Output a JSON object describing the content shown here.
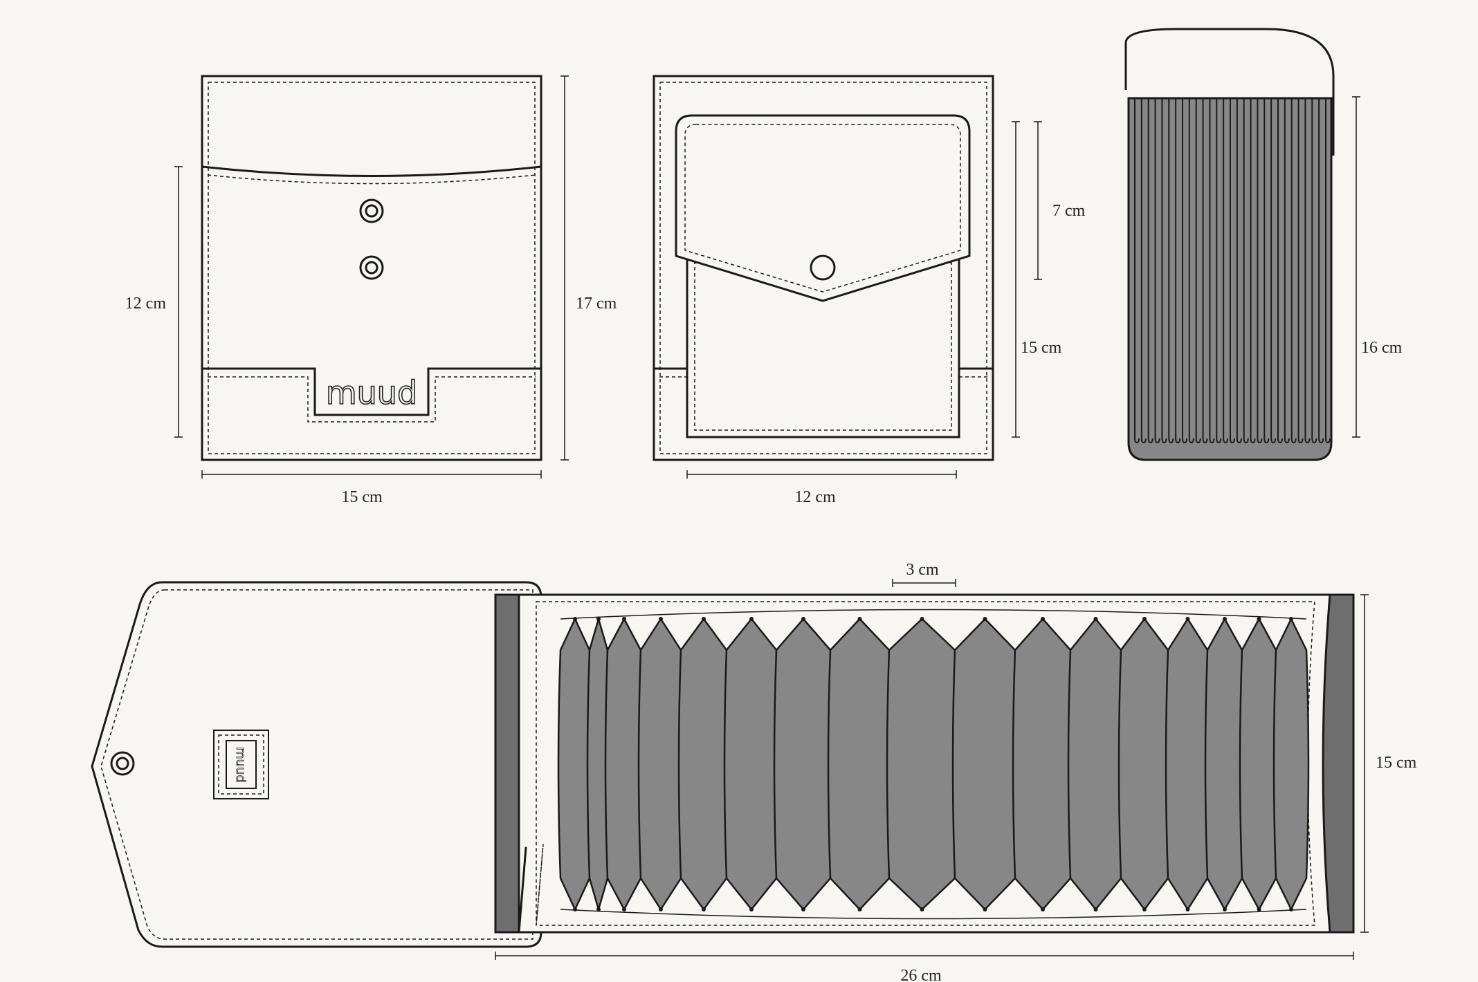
{
  "brand": {
    "logo_text": "muud"
  },
  "colors": {
    "background": "#f7f6f3",
    "outline": "#1a1a1a",
    "fill_light": "#f7f6f3",
    "fill_gray": "#878787",
    "fill_dark_gray": "#6e6e6e"
  },
  "dimensions": {
    "view_back": {
      "height_pocket": "12 cm",
      "height_total": "17 cm",
      "width": "15 cm"
    },
    "view_front": {
      "flap_height": "7 cm",
      "height": "15 cm",
      "width": "12 cm"
    },
    "view_side": {
      "height": "16 cm"
    },
    "view_open": {
      "slot_width": "3 cm",
      "height": "15 cm",
      "width": "26 cm"
    }
  },
  "icons": {
    "snap_button": "double-ring-icon",
    "front_snap": "ring-icon",
    "label_patch": "brand-label-icon"
  }
}
